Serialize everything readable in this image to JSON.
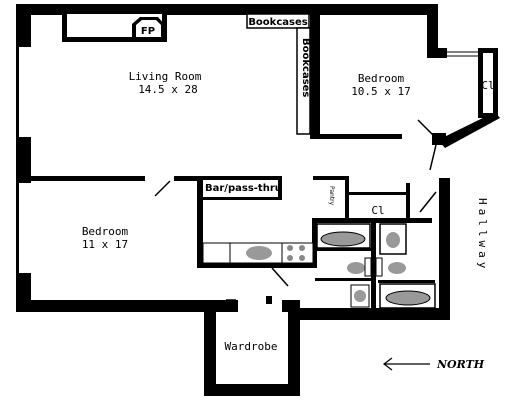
{
  "labels": {
    "living_room": "Living Room",
    "living_room_size": "14.5 x 28",
    "bedroom_1": "Bedroom",
    "bedroom_1_size": "10.5 x 17",
    "bedroom_2": "Bedroom",
    "bedroom_2_size": "11 x 17",
    "fireplace": "FP",
    "bookcases_horizontal": "Bookcases",
    "bookcases_vertical": "Bookcases",
    "bar": "Bar/pass-thru",
    "pantry": "Pantry",
    "closet_1": "Cl",
    "closet_2": "Cl",
    "wardrobe": "Wardrobe",
    "hallway": "Hallway",
    "north": "NORTH"
  }
}
